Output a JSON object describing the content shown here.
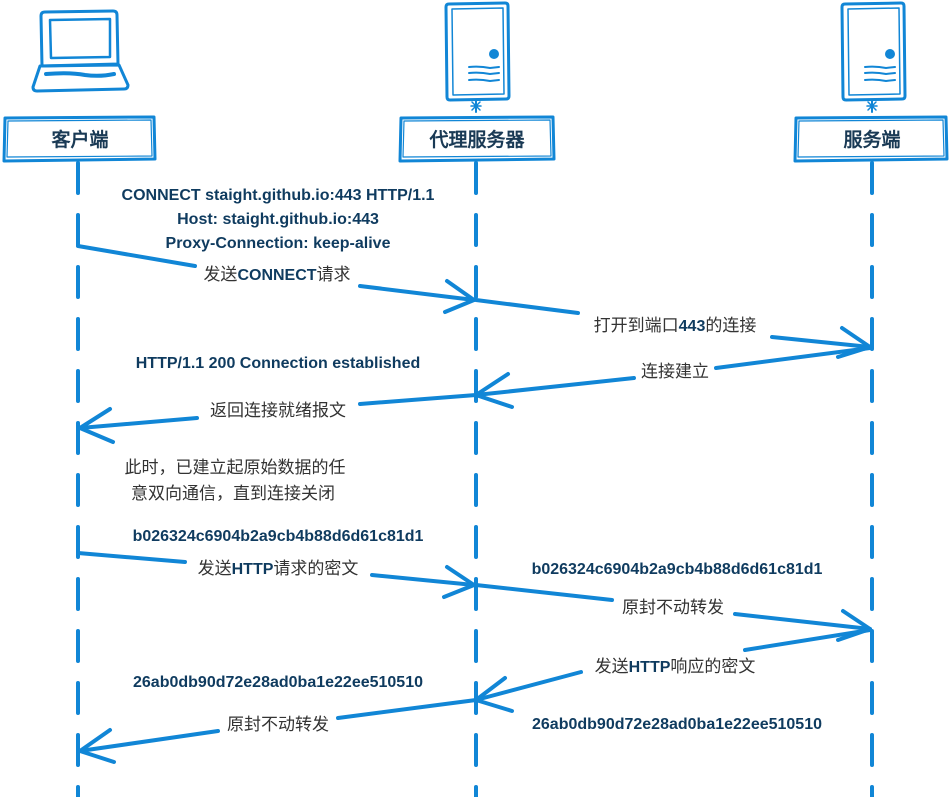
{
  "colors": {
    "accent": "#1186d6",
    "text_dark": "#0f3b5f",
    "text_cn": "#333333"
  },
  "participants": [
    {
      "id": "client",
      "label": "客户端",
      "icon": "laptop-icon"
    },
    {
      "id": "proxy",
      "label": "代理服务器",
      "icon": "server-icon"
    },
    {
      "id": "server",
      "label": "服务端",
      "icon": "server-icon"
    }
  ],
  "messages": [
    {
      "from": "client",
      "to": "proxy",
      "label_parts": [
        {
          "text": "发送",
          "bold": false
        },
        {
          "text": "CONNECT",
          "bold": true
        },
        {
          "text": "请求",
          "bold": false
        }
      ],
      "header_lines": [
        "CONNECT staight.github.io:443 HTTP/1.1",
        "Host: staight.github.io:443",
        "Proxy-Connection: keep-alive"
      ]
    },
    {
      "from": "proxy",
      "to": "server",
      "label_parts": [
        {
          "text": "打开到端口",
          "bold": false
        },
        {
          "text": "443",
          "bold": true
        },
        {
          "text": "的连接",
          "bold": false
        }
      ]
    },
    {
      "from": "server",
      "to": "proxy",
      "label_parts": [
        {
          "text": "连接建立",
          "bold": false
        }
      ]
    },
    {
      "from": "proxy",
      "to": "client",
      "label_parts": [
        {
          "text": "返回连接就绪报文",
          "bold": false
        }
      ],
      "header_lines": [
        "HTTP/1.1 200 Connection established"
      ]
    },
    {
      "from": "client",
      "to": "proxy",
      "label_parts": [
        {
          "text": "发送",
          "bold": false
        },
        {
          "text": "HTTP",
          "bold": true
        },
        {
          "text": "请求的密文",
          "bold": false
        }
      ],
      "header_lines": [
        "b026324c6904b2a9cb4b88d6d61c81d1"
      ]
    },
    {
      "from": "proxy",
      "to": "server",
      "label_parts": [
        {
          "text": "原封不动转发",
          "bold": false
        }
      ],
      "header_lines": [
        "b026324c6904b2a9cb4b88d6d61c81d1"
      ]
    },
    {
      "from": "server",
      "to": "proxy",
      "label_parts": [
        {
          "text": "发送",
          "bold": false
        },
        {
          "text": "HTTP",
          "bold": true
        },
        {
          "text": "响应的密文",
          "bold": false
        }
      ],
      "footer_lines": [
        "26ab0db90d72e28ad0ba1e22ee510510"
      ]
    },
    {
      "from": "proxy",
      "to": "client",
      "label_parts": [
        {
          "text": "原封不动转发",
          "bold": false
        }
      ],
      "header_lines": [
        "26ab0db90d72e28ad0ba1e22ee510510"
      ]
    }
  ],
  "note": {
    "lines": [
      "此时，已建立起原始数据的任",
      "意双向通信，直到连接关闭"
    ]
  }
}
